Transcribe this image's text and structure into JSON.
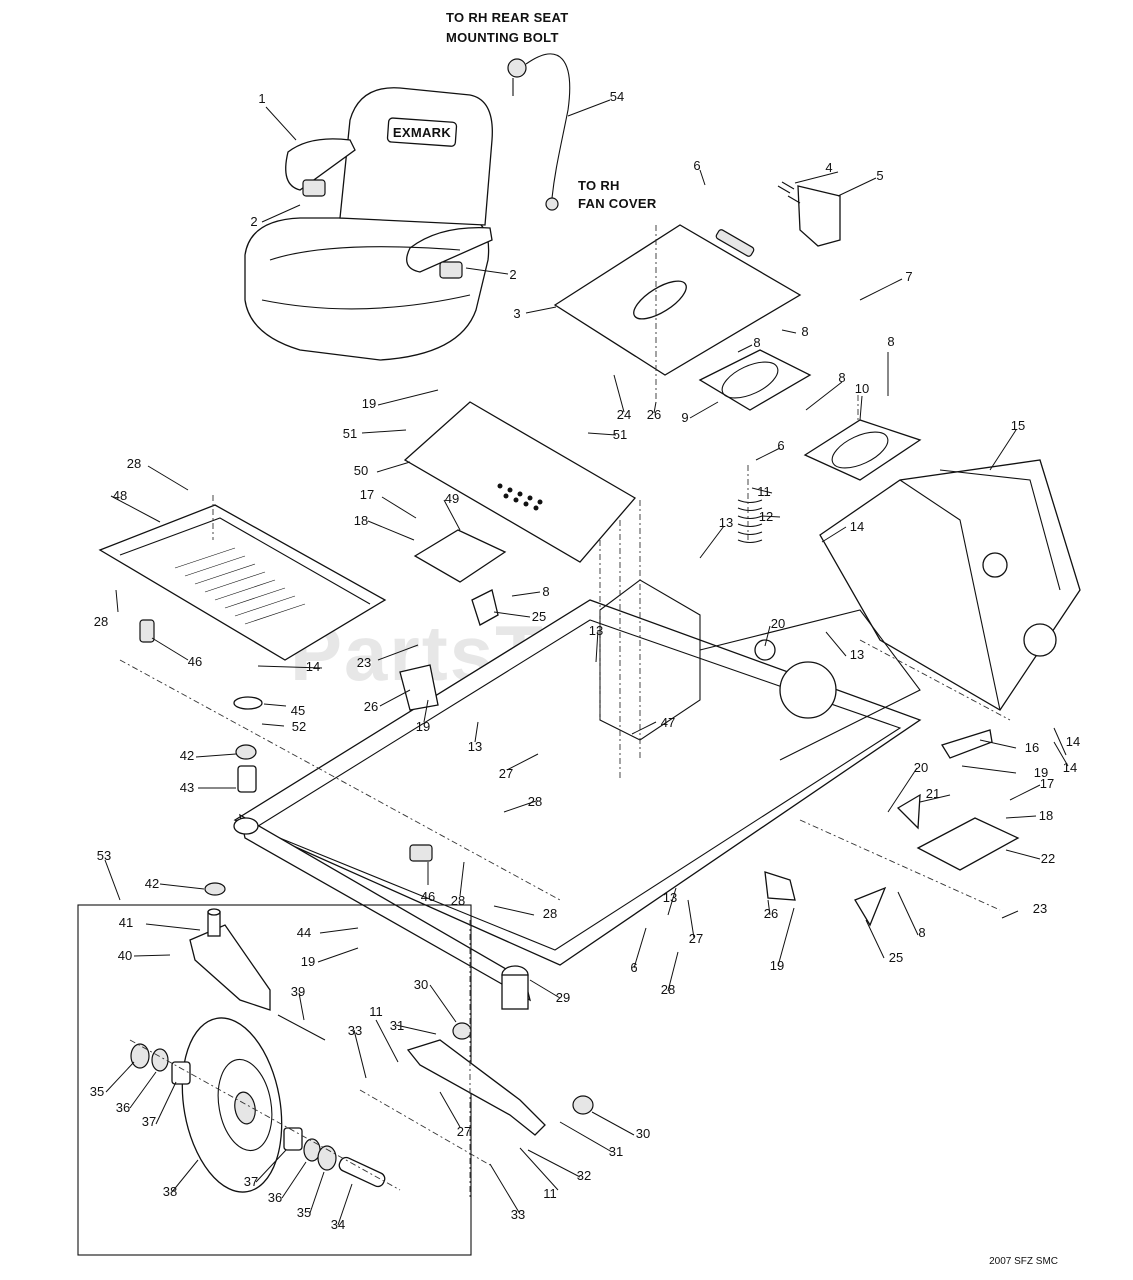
{
  "annotations": {
    "seat_bolt_line1": "TO RH REAR SEAT",
    "seat_bolt_line2": "MOUNTING BOLT",
    "fan_cover_line1": "TO RH",
    "fan_cover_line2": "FAN COVER"
  },
  "seat_logo": "EXMARK",
  "watermark": "PartsTree",
  "reference": "2007 SFZ SMC",
  "callouts": [
    "1",
    "2",
    "2",
    "54",
    "6",
    "4",
    "5",
    "3",
    "7",
    "8",
    "8",
    "8",
    "8",
    "10",
    "19",
    "24",
    "26",
    "9",
    "51",
    "51",
    "6",
    "28",
    "48",
    "50",
    "11",
    "15",
    "17",
    "49",
    "12",
    "18",
    "13",
    "14",
    "28",
    "8",
    "25",
    "13",
    "20",
    "13",
    "46",
    "23",
    "14",
    "26",
    "45",
    "19",
    "13",
    "47",
    "52",
    "14",
    "16",
    "42",
    "27",
    "20",
    "19",
    "14",
    "43",
    "28",
    "21",
    "17",
    "18",
    "46",
    "28",
    "22",
    "53",
    "42",
    "28",
    "13",
    "26",
    "8",
    "23",
    "41",
    "44",
    "27",
    "25",
    "40",
    "19",
    "6",
    "19",
    "28",
    "29",
    "39",
    "30",
    "31",
    "33",
    "11",
    "35",
    "36",
    "37",
    "27",
    "30",
    "31",
    "38",
    "37",
    "32",
    "36",
    "35",
    "11",
    "33",
    "34"
  ],
  "colors": {
    "line": "#111111",
    "watermark": "#c9c9c9",
    "background": "#ffffff"
  }
}
